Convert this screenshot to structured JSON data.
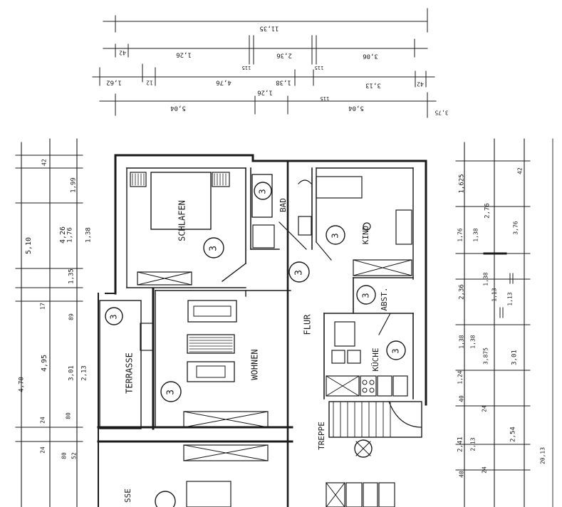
{
  "colors": {
    "ink": "#1b1b1b",
    "paper": "#ffffff",
    "faint": "#6a6a6a"
  },
  "rooms": [
    {
      "id": "schlafen",
      "label": "SCHLAFEN",
      "marker": "3"
    },
    {
      "id": "bad",
      "label": "BAD",
      "marker": "3"
    },
    {
      "id": "kind",
      "label": "KIND",
      "marker": "3"
    },
    {
      "id": "flur",
      "label": "FLUR",
      "marker": "3"
    },
    {
      "id": "abst",
      "label": "ABST.",
      "marker": "3"
    },
    {
      "id": "wohnen",
      "label": "WOHNEN",
      "marker": "3"
    },
    {
      "id": "kueche",
      "label": "KÜCHE",
      "marker": "3"
    },
    {
      "id": "terrasse",
      "label": "TERRASSE",
      "marker": "3"
    },
    {
      "id": "treppe",
      "label": "TREPPE",
      "marker": ""
    },
    {
      "id": "terrasse-lower",
      "label": "SSE",
      "marker": ""
    }
  ],
  "dims_top": [
    "11,35",
    "1,26",
    "2,36",
    "3,06",
    "42",
    "115",
    "115",
    "4,76",
    "1,38",
    "3,13",
    "42",
    "1,62",
    "12",
    "1,26",
    "5,04",
    "5,04",
    "115",
    "3,75"
  ],
  "dims_left": [
    "5,10",
    "4,26",
    "1,99",
    "42",
    "1,76",
    "1,38",
    "1,35",
    "17",
    "89",
    "4,95",
    "3,01",
    "2,13",
    "4,70",
    "24",
    "80",
    "24",
    "80",
    "52"
  ],
  "dims_right": [
    "1,625",
    "2,76",
    "1,76",
    "1,38",
    "3,76",
    "42",
    "2,36",
    "1,38",
    "1,13",
    "1,13",
    "1,38",
    "1,38",
    "3,875",
    "3,01",
    "1,24",
    "40",
    "24",
    "2,41",
    "2,13",
    "2,54",
    "20,13",
    "40",
    "24"
  ]
}
